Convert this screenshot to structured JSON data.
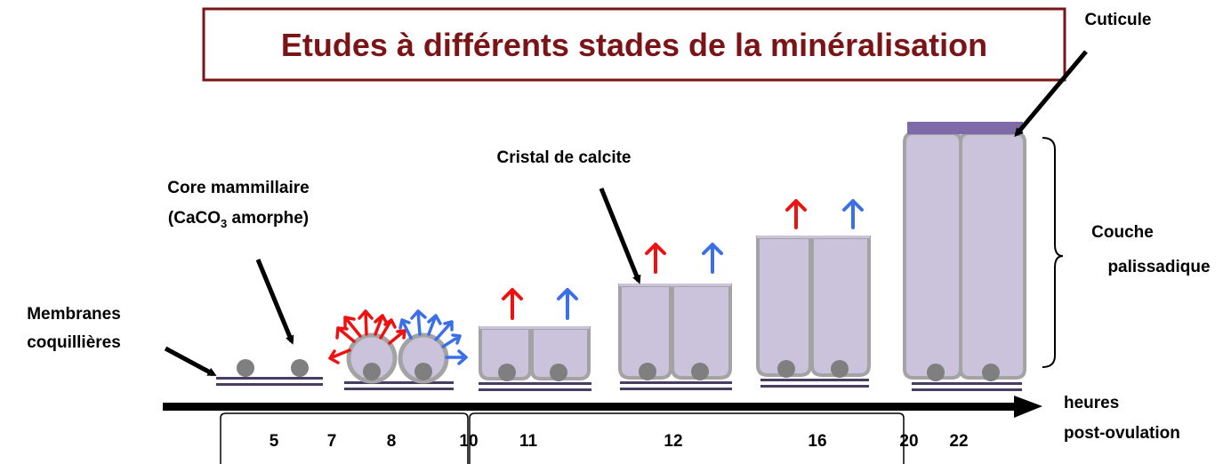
{
  "title": "Etudes à différents stades de la minéralisation",
  "labels": {
    "cuticle": "Cuticule",
    "mammillary_core_line1": "Core mammillaire",
    "mammillary_core_line2_prefix": "(CaCO",
    "mammillary_core_line2_subscript": "3",
    "mammillary_core_line2_suffix": " amorphe)",
    "calcite_crystal": "Cristal de calcite",
    "shell_membranes_line1": "Membranes",
    "shell_membranes_line2": "coquillières",
    "palisade_layer_line1": "Couche",
    "palisade_layer_line2": "palissadique",
    "axis_label_line1": "heures",
    "axis_label_line2": "post-ovulation"
  },
  "time_ticks": [
    "5",
    "7",
    "8",
    "10",
    "11",
    "12",
    "16",
    "20",
    "22"
  ],
  "colors": {
    "title_border": "#7b1416",
    "title_text": "#7b1416",
    "membrane": "#4a3d63",
    "crystal_fill": "#cbc3dc",
    "crystal_stroke": "#a3a3a3",
    "core": "#7f7f7f",
    "cuticle": "#7e6aa6",
    "arrow_red": "#ee1111",
    "arrow_blue": "#3b6fe8",
    "timeline": "#000000"
  }
}
